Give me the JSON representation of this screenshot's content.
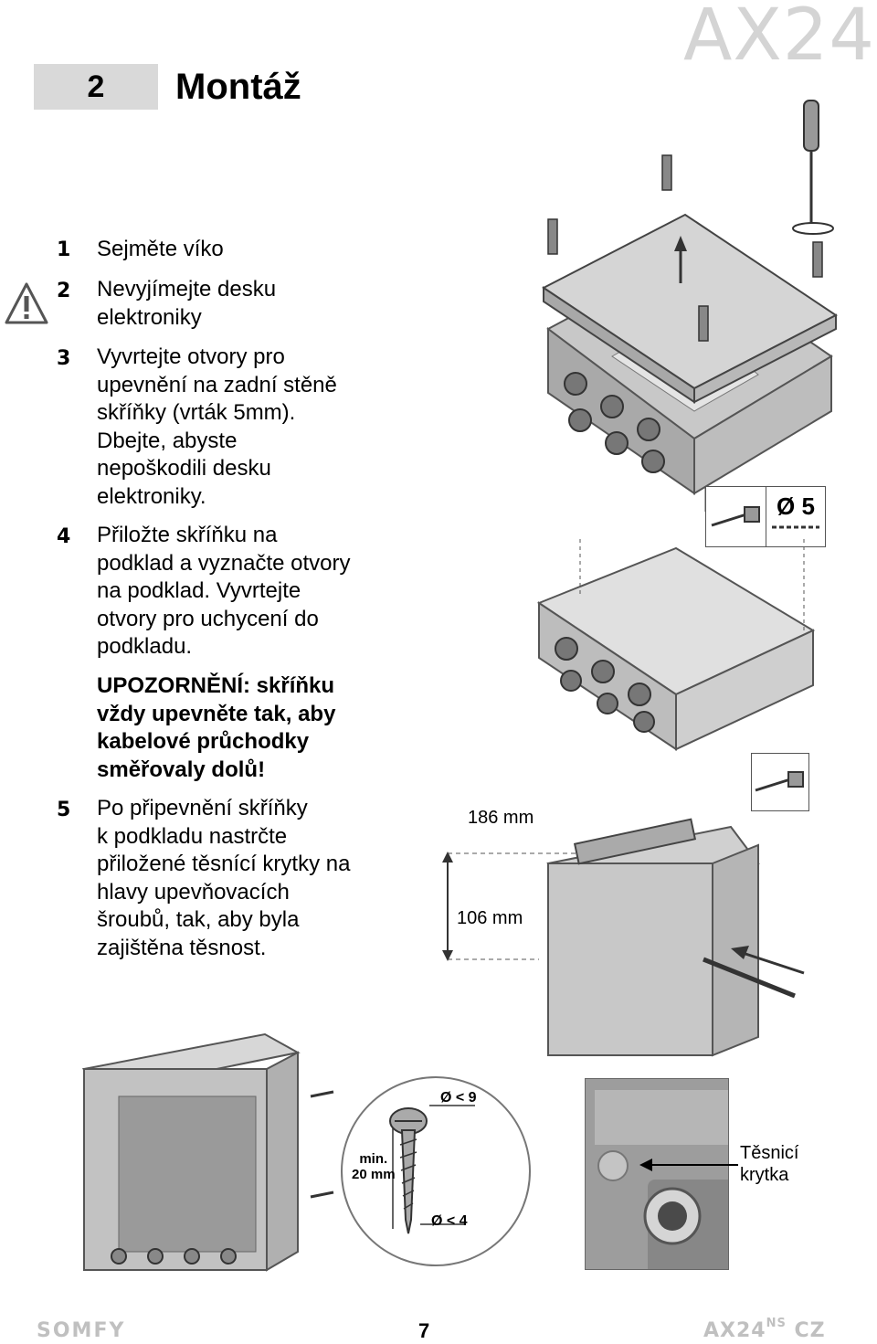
{
  "watermark": "AX24",
  "section": {
    "number": "2",
    "title": "Montáž"
  },
  "steps": [
    {
      "num": "1",
      "lines": [
        "Sejměte víko"
      ]
    },
    {
      "num": "2",
      "lines": [
        "Nevyjímejte desku",
        "elektroniky"
      ]
    },
    {
      "num": "3",
      "lines": [
        "Vyvrtejte otvory pro",
        "upevnění na zadní stěně",
        "skříňky (vrták 5mm).",
        "Dbejte, abyste",
        "nepoškodili desku",
        "elektroniky."
      ]
    },
    {
      "num": "4",
      "lines": [
        "Přiložte skříňku na",
        "podklad a vyznačte otvory",
        "na podklad. Vyvrtejte",
        "otvory pro uchycení do",
        "podkladu."
      ]
    },
    {
      "num": "",
      "bold": true,
      "lines": [
        "UPOZORNĚNÍ: skříňku",
        "vždy upevněte tak, aby",
        "kabelové průchodky",
        "směřovaly dolů!"
      ]
    },
    {
      "num": "5",
      "lines": [
        "Po připevnění skříňky",
        "k podkladu nastrčte",
        "přiložené těsnící krytky na",
        "hlavy upevňovacích",
        "šroubů, tak, aby byla",
        "zajištěna těsnost."
      ]
    }
  ],
  "figures": {
    "drill_label": "Ø 5",
    "width_label": "186 mm",
    "height_label": "106 mm",
    "screw_head_label": "Ø < 9",
    "screw_min_label": "min.",
    "screw_length_label": "20 mm",
    "screw_shaft_label": "Ø < 4",
    "seal_label_1": "Těsnicí",
    "seal_label_2": "krytka"
  },
  "footer": {
    "brand": "SOMFY",
    "page": "7",
    "model": "AX24",
    "model_sup": "NS",
    "lang": "CZ"
  },
  "colors": {
    "section_box": "#d9d9d9",
    "watermark": "#d4d4d4",
    "footer_gray": "#c0c0c0",
    "box_gray": "#b8b8b8"
  },
  "icons": [
    "warning-triangle-icon",
    "screwdriver-icon",
    "drill-bit-icon",
    "screw-icon",
    "rotation-arrow-icon"
  ]
}
